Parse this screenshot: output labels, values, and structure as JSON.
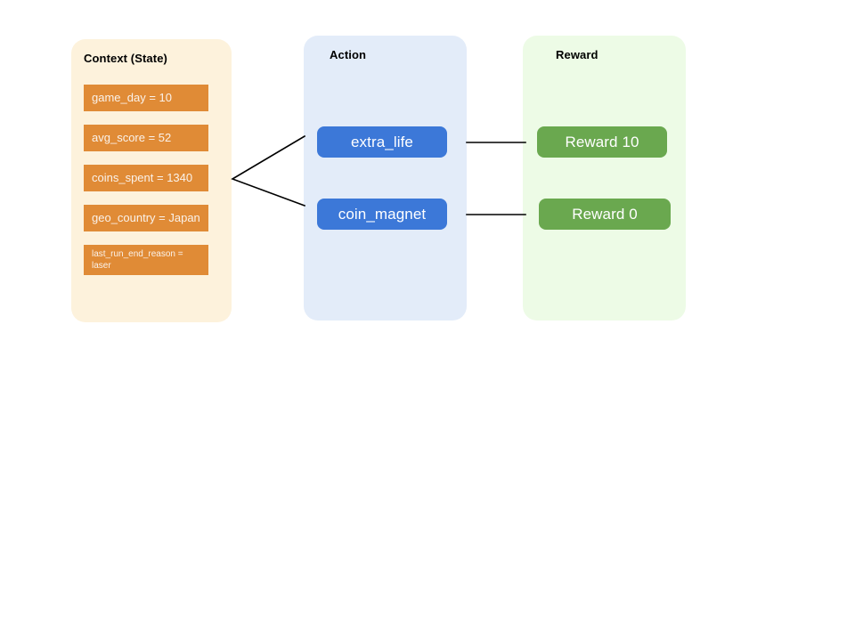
{
  "diagram": {
    "title_hidden": "",
    "columns": [
      {
        "id": "context",
        "header": "Context (State)",
        "panel_color": "#FDF2DC",
        "chip_color": "#E08B36",
        "items": [
          {
            "label": "game_day = 10"
          },
          {
            "label": "avg_score = 52"
          },
          {
            "label": "coins_spent = 1340"
          },
          {
            "label": "geo_country = Japan"
          },
          {
            "label": "last_run_end_reason = laser"
          }
        ]
      },
      {
        "id": "action",
        "header": "Action",
        "panel_color": "#E3ECF9",
        "button_color": "#3C78D8",
        "items": [
          {
            "label": "extra_life"
          },
          {
            "label": "coin_magnet"
          }
        ]
      },
      {
        "id": "reward",
        "header": "Reward",
        "panel_color": "#EDFBE6",
        "button_color": "#6AA84F",
        "items": [
          {
            "label": "Reward 10"
          },
          {
            "label": "Reward 0"
          }
        ]
      }
    ],
    "connectors": {
      "line_color": "#000000",
      "fork_label": "context-to-action-fork",
      "link_labels": [
        "action-extra-life-to-reward-10",
        "action-coin-magnet-to-reward-0"
      ]
    },
    "background_color": "#FFFFFF"
  }
}
